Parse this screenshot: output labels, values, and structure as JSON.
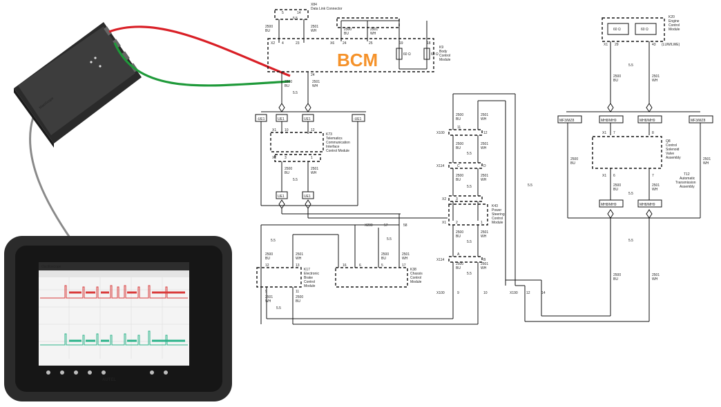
{
  "bcm_label": "BCM",
  "scan_tool": {
    "brand": "AUTEL",
    "scope_brand": "MaxiScope",
    "screen_title": "Oscilloscope",
    "trace_colors": {
      "can_high": "#d93a3a",
      "can_low": "#2bb38a",
      "probe_red": "#d91f26",
      "probe_green": "#1f9a3a"
    }
  },
  "modules": {
    "x84": {
      "id": "X84",
      "name": "Data Link Connector"
    },
    "k9": {
      "id": "K9",
      "name1": "Body",
      "name2": "Control",
      "name3": "Module"
    },
    "k73": {
      "id": "K73",
      "name1": "Telematics",
      "name2": "Communication",
      "name3": "Interface",
      "name4": "Control Module"
    },
    "k17": {
      "id": "K17",
      "name1": "Electronic",
      "name2": "Brake",
      "name3": "Control",
      "name4": "Module"
    },
    "k38": {
      "id": "K38",
      "name1": "Chassis",
      "name2": "Control",
      "name3": "Module"
    },
    "k43": {
      "id": "K43",
      "name1": "Power",
      "name2": "Steering",
      "name3": "Control",
      "name4": "Module"
    },
    "k20": {
      "id": "K20",
      "name1": "Engine",
      "name2": "Control",
      "name3": "Module"
    },
    "q8": {
      "id": "Q8",
      "name1": "Control",
      "name2": "Solenoid",
      "name3": "Valve",
      "name4": "Assembly"
    },
    "t12": {
      "id": "T12",
      "name1": "Automatic",
      "name2": "Transmission",
      "name3": "Assembly"
    }
  },
  "labels": {
    "w2500": "2500",
    "w2501": "2501",
    "bu": "BU",
    "wh": "WH",
    "twist": "5.5",
    "r60": "60 Ω",
    "ue1": "UE1",
    "nue1": "-UE1",
    "mf3": "MF3/MZ8",
    "mh8": "MH8/MH9",
    "engine_opt": "(LUW/LWE)",
    "k20_option": "(LUW/LWE)"
  },
  "connectors": {
    "x2": "X2",
    "x1": "X1",
    "x6": "X6",
    "x100": "X100",
    "x114": "X114",
    "x190": "X190",
    "x200": "X200"
  },
  "pins": {
    "p5": "5",
    "p14": "14",
    "p4": "4",
    "p23": "23",
    "p24": "24",
    "p25": "25",
    "p19": "19",
    "p18": "18",
    "p10": "10",
    "p12": "12",
    "p3": "3",
    "p11": "11",
    "p57": "57",
    "p58": "58",
    "p9": "9",
    "p16": "16",
    "p6": "6",
    "p17": "17",
    "pC": "C",
    "pD": "D",
    "pA": "A",
    "pB": "B",
    "p2": "2",
    "p29": "29",
    "p43": "43",
    "p1": "1",
    "p7": "7",
    "p8": "8",
    "p13": "13"
  }
}
